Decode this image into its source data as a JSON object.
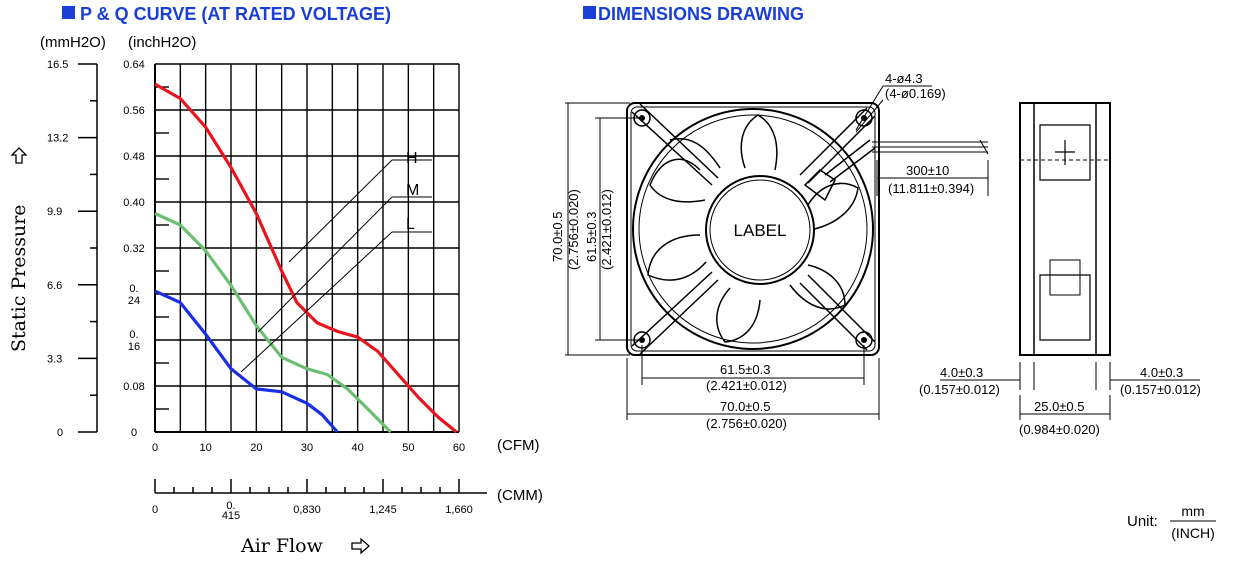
{
  "pq": {
    "title": "P & Q CURVE (AT RATED VOLTAGE)",
    "unit_mm": "(mmH2O)",
    "unit_inch": "(inchH2O)",
    "y_label": "Static Pressure",
    "x_label": "Air Flow",
    "cfm_unit": "(CFM)",
    "cmm_unit": "(CMM)",
    "mm_ticks": [
      "16.5",
      "13.2",
      "9.9",
      "6.6",
      "3.3",
      "0"
    ],
    "inch_ticks": [
      "0.64",
      "0.56",
      "0.48",
      "0.40",
      "0.32",
      "0.\n24",
      "0.\n16",
      "0.08",
      "0"
    ],
    "cfm_ticks": [
      "0",
      "10",
      "20",
      "30",
      "40",
      "50",
      "60"
    ],
    "cmm_ticks": [
      "0",
      "0.\n415",
      "0,830",
      "1,245",
      "1,660"
    ],
    "series_labels": [
      "H",
      "M",
      "L"
    ]
  },
  "chart_data": {
    "type": "line",
    "title": "P & Q CURVE (AT RATED VOLTAGE)",
    "xlabel": "Air Flow",
    "ylabel": "Static Pressure",
    "x_unit": "(CFM)",
    "y_unit": "(inchH2O)",
    "xlim": [
      0,
      60
    ],
    "ylim": [
      0,
      0.64
    ],
    "grid": true,
    "series": [
      {
        "name": "H",
        "color": "#e8141e",
        "x": [
          0,
          5,
          10,
          15,
          20,
          25,
          28,
          32,
          36,
          40,
          44,
          48,
          52,
          56,
          59.5
        ],
        "y": [
          0.605,
          0.58,
          0.53,
          0.46,
          0.38,
          0.28,
          0.225,
          0.19,
          0.175,
          0.165,
          0.14,
          0.1,
          0.06,
          0.025,
          0
        ]
      },
      {
        "name": "M",
        "color": "#6cbf72",
        "x": [
          0,
          5,
          10,
          15,
          20,
          25,
          30,
          34,
          38,
          42,
          46.5
        ],
        "y": [
          0.38,
          0.36,
          0.315,
          0.255,
          0.185,
          0.13,
          0.11,
          0.1,
          0.075,
          0.04,
          0
        ]
      },
      {
        "name": "L",
        "color": "#1a2ee6",
        "x": [
          0,
          5,
          10,
          15,
          20,
          25,
          30,
          33,
          36
        ],
        "y": [
          0.245,
          0.225,
          0.17,
          0.11,
          0.075,
          0.07,
          0.05,
          0.03,
          0
        ]
      }
    ]
  },
  "dims": {
    "title": "DIMENSIONS DRAWING",
    "label": "LABEL",
    "hole_mm": "4-ø4.3",
    "hole_inch": "(4-ø0.169)",
    "lead_mm": "300±10",
    "lead_inch": "(11.811±0.394)",
    "height_mm": "70.0±0.5",
    "height_inch": "(2.756±0.020)",
    "pitch_v_mm": "61.5±0.3",
    "pitch_v_inch": "(2.421±0.012)",
    "pitch_h_mm": "61.5±0.3",
    "pitch_h_inch": "(2.421±0.012)",
    "width_mm": "70.0±0.5",
    "width_inch": "(2.756±0.020)",
    "flange_l_mm": "4.0±0.3",
    "flange_l_inch": "(0.157±0.012)",
    "flange_r_mm": "4.0±0.3",
    "flange_r_inch": "(0.157±0.012)",
    "depth_mm": "25.0±0.5",
    "depth_inch": "(0.984±0.020)",
    "unit_prefix": "Unit:",
    "unit_mm": "mm",
    "unit_inch": "(INCH)"
  }
}
